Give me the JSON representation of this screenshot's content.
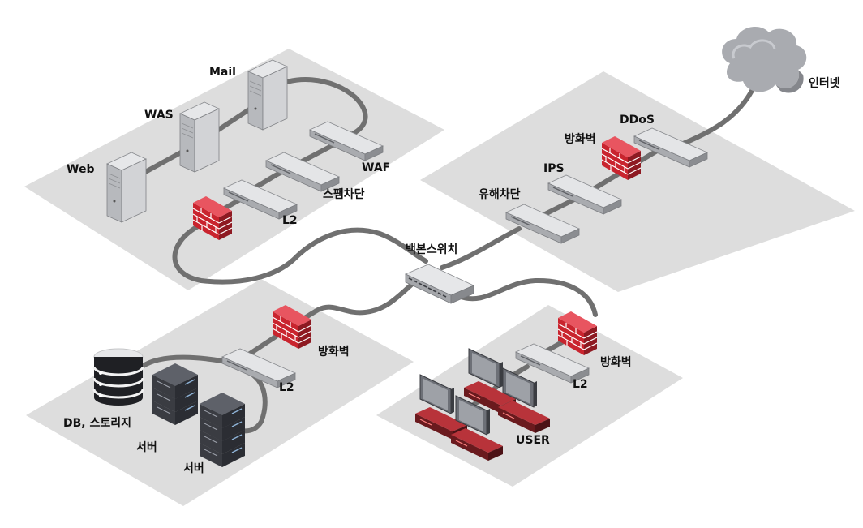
{
  "labels": {
    "mail": "Mail",
    "was": "WAS",
    "web": "Web",
    "waf": "WAF",
    "spam": "스팸차단",
    "l2_top": "L2",
    "backbone": "백본스위치",
    "internet": "인터넷",
    "ddos": "DDoS",
    "fw_top": "방화벽",
    "ips": "IPS",
    "harm": "유해차단",
    "fw_db": "방화벽",
    "l2_db": "L2",
    "db": "DB, 스토리지",
    "server1": "서버",
    "server2": "서버",
    "fw_user": "방화벽",
    "l2_user": "L2",
    "user": "USER"
  },
  "colors": {
    "zone": "#dcdcdc",
    "cable": "#707070",
    "firewall": "#d9303a",
    "device": "#c9cbce",
    "server_dark": "#4a4d55"
  }
}
